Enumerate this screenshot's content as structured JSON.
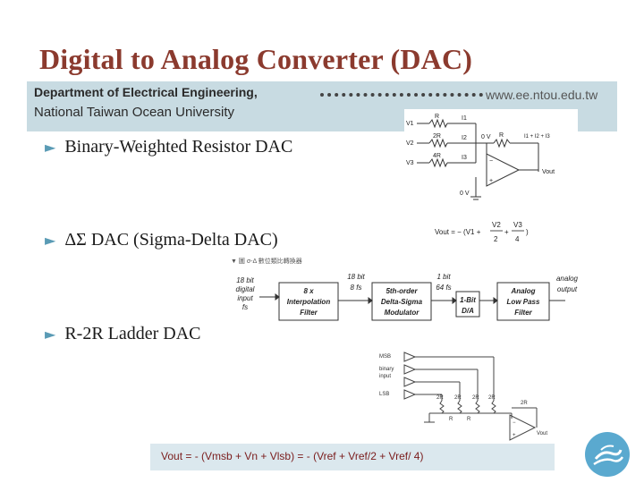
{
  "slide": {
    "title": "Digital to Analog Converter (DAC)",
    "dept_line1": "Department of Electrical Engineering,",
    "dept_line2": "National Taiwan Ocean University",
    "url": "www.ee.ntou.edu.tw"
  },
  "bullets": [
    {
      "marker": "►",
      "text": "Binary-Weighted Resistor DAC"
    },
    {
      "marker": "►",
      "text": "ΔΣ  DAC (Sigma-Delta DAC)"
    },
    {
      "marker": "►",
      "text": "R-2R Ladder DAC"
    }
  ],
  "binary_weighted_figure": {
    "labels": [
      "V1",
      "V2",
      "V3",
      "R",
      "2R",
      "4R",
      "I1",
      "I2",
      "I3",
      "0 V",
      "R",
      "I1 + I2 + I3",
      "0 V",
      "−",
      "+",
      "Vout"
    ],
    "equation": {
      "lhs": "Vout = − (V1 +",
      "term1_num": "V2",
      "term1_den": "2",
      "plus": "+",
      "term2_num": "V3",
      "term2_den": "4",
      "close": ")"
    }
  },
  "sigma_delta_figure": {
    "caption": "▼ 圖 σ-Δ 數位類比轉換器",
    "input_label": [
      "18 bit",
      "digital",
      "input",
      "fs"
    ],
    "blocks": [
      {
        "lines": [
          "8 x",
          "Interpolation",
          "Filter"
        ]
      },
      {
        "lines": [
          "5th-order",
          "Delta-Sigma",
          "Modulator"
        ]
      },
      {
        "lines": [
          "1-Bit",
          "D/A"
        ]
      },
      {
        "lines": [
          "Analog",
          "Low Pass",
          "Filter"
        ]
      }
    ],
    "link_labels": [
      {
        "lines": [
          "18 bit",
          "8 fs"
        ]
      },
      {
        "lines": [
          "1 bit",
          "64 fs"
        ]
      }
    ],
    "output_label": [
      "analog",
      "output"
    ]
  },
  "r2r_figure": {
    "labels": [
      "MSB",
      "binary",
      "input",
      "LSB",
      "2R",
      "2R",
      "2R",
      "2R",
      "R",
      "R",
      "2R",
      "−",
      "+",
      "Vout"
    ]
  },
  "formula": "Vout =  - (Vmsb + Vn + Vlsb) = - (Vref + Vref/2 + Vref/ 4)",
  "colors": {
    "title": "#8b3a2e",
    "band": "#c8dbe2",
    "bullet_marker": "#5a9bb5",
    "formula_text": "#7a1c1c",
    "formula_band": "#dbe8ee",
    "logo": "#5aa9cf"
  },
  "logo_icon": "wave-emblem-icon"
}
